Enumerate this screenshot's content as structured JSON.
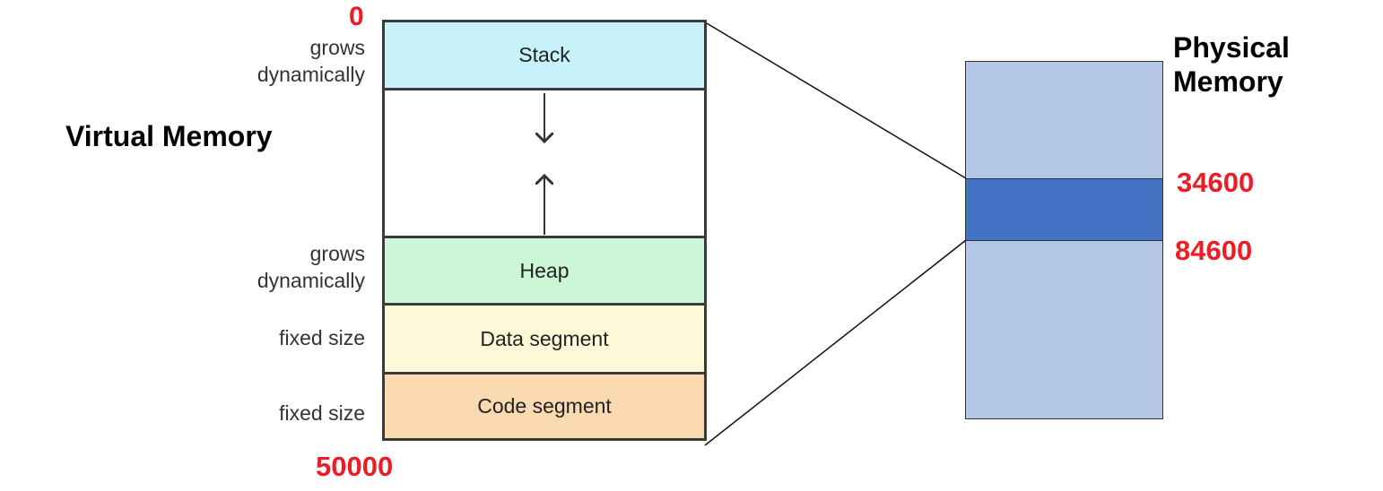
{
  "virtual_memory": {
    "title": "Virtual Memory",
    "start_address": "0",
    "end_address": "50000",
    "segments": [
      {
        "name": "Stack",
        "side_label": "grows\ndynamically",
        "color": "#c8f2fa"
      },
      {
        "name": "Heap",
        "side_label": "grows\ndynamically",
        "color": "#ccf7d6"
      },
      {
        "name": "Data segment",
        "side_label": "fixed size",
        "color": "#fdf9d8"
      },
      {
        "name": "Code segment",
        "side_label": "fixed size",
        "color": "#fbd9b1"
      }
    ]
  },
  "physical_memory": {
    "title_line1": "Physical",
    "title_line2": "Memory",
    "region_start": "34600",
    "region_end": "84600",
    "fill_color": "#b4c7e7",
    "region_color": "#4472c4"
  },
  "colors": {
    "address_red": "#ee1c24"
  }
}
